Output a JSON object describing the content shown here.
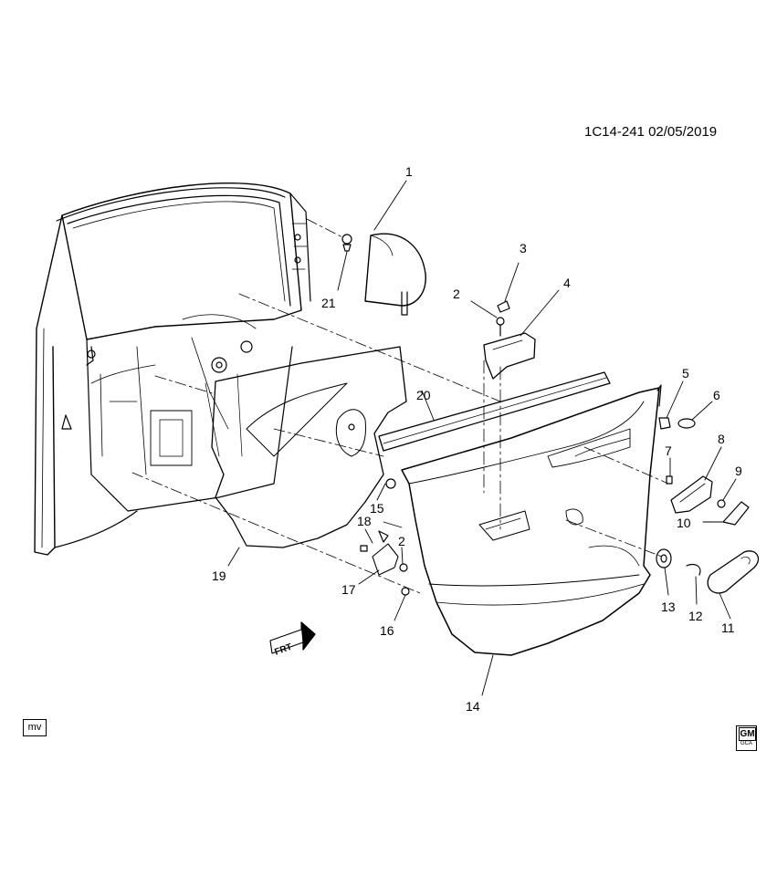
{
  "header": {
    "code": "1C14-241",
    "date": "02/05/2019"
  },
  "badges": {
    "mv": "mv",
    "gm": "GM",
    "gm_sub": "GCA"
  },
  "direction_label": "FRT",
  "callouts": [
    "1",
    "2",
    "3",
    "4",
    "5",
    "6",
    "7",
    "8",
    "9",
    "10",
    "11",
    "12",
    "13",
    "14",
    "15",
    "16",
    "17",
    "18",
    "2",
    "19",
    "20",
    "21"
  ]
}
